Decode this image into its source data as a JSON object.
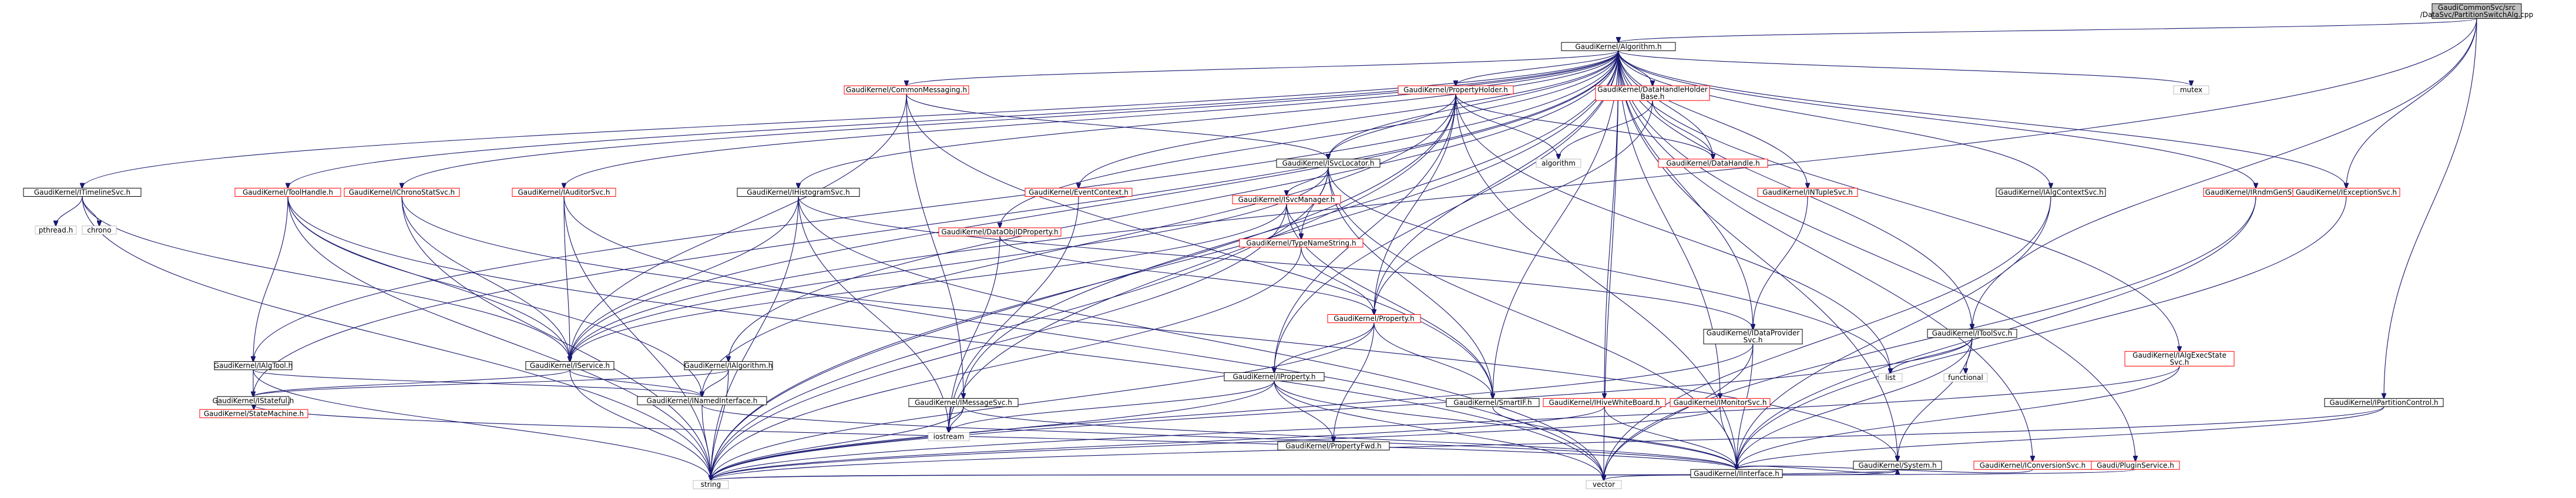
{
  "colors": {
    "edge": "#191970",
    "root_fill": "#bfbfbf",
    "box_fill": "#ffffff",
    "border_normal": "#000000",
    "border_incomplete": "#ff0000",
    "border_external": "#bfbfbf"
  },
  "graph": {
    "nodes": {
      "root": {
        "label": [
          "GaudiCommonSvc/src",
          "/DataSvc/PartitionSwitchAlg.cpp"
        ],
        "kind": "root"
      },
      "algorithm": {
        "label": [
          "GaudiKernel/Algorithm.h"
        ],
        "kind": "normal"
      },
      "chronostatsvc": {
        "label": [
          "GaudiKernel/IChronoStatSvc.h"
        ],
        "kind": "incomplete"
      },
      "iproperty": {
        "label": [
          "GaudiKernel/IProperty.h"
        ],
        "kind": "normal"
      },
      "statemachine": {
        "label": [
          "GaudiKernel/StateMachine.h"
        ],
        "kind": "incomplete"
      },
      "istateful": {
        "label": [
          "GaudiKernel/IStateful.h"
        ],
        "kind": "normal"
      },
      "inamedinterface": {
        "label": [
          "GaudiKernel/INamedInterface.h"
        ],
        "kind": "normal"
      },
      "iinterface": {
        "label": [
          "GaudiKernel/IInterface.h"
        ],
        "kind": "normal"
      },
      "ialgtool": {
        "label": [
          "GaudiKernel/IAlgTool.h"
        ],
        "kind": "normal"
      },
      "ialgorithm": {
        "label": [
          "GaudiKernel/IAlgorithm.h"
        ],
        "kind": "normal"
      },
      "iservice": {
        "label": [
          "GaudiKernel/IService.h"
        ],
        "kind": "normal"
      },
      "imessagesvc": {
        "label": [
          "GaudiKernel/IMessageSvc.h"
        ],
        "kind": "normal"
      },
      "ihistogramsvc": {
        "label": [
          "GaudiKernel/IHistogramSvc.h"
        ],
        "kind": "normal"
      },
      "itimelinesvc": {
        "label": [
          "GaudiKernel/ITimelineSvc.h"
        ],
        "kind": "normal"
      },
      "toolhandle": {
        "label": [
          "GaudiKernel/ToolHandle.h"
        ],
        "kind": "incomplete"
      },
      "iauditorsvc": {
        "label": [
          "GaudiKernel/IAuditorSvc.h"
        ],
        "kind": "incomplete"
      },
      "commonmessaging": {
        "label": [
          "GaudiKernel/CommonMessaging.h"
        ],
        "kind": "incomplete"
      },
      "isvclocator": {
        "label": [
          "GaudiKernel/ISvcLocator.h"
        ],
        "kind": "normal"
      },
      "isvcmanager": {
        "label": [
          "GaudiKernel/ISvcManager.h"
        ],
        "kind": "incomplete"
      },
      "typenamestring": {
        "label": [
          "GaudiKernel/TypeNameString.h"
        ],
        "kind": "incomplete"
      },
      "property": {
        "label": [
          "GaudiKernel/Property.h"
        ],
        "kind": "incomplete"
      },
      "smartif": {
        "label": [
          "GaudiKernel/SmartIF.h"
        ],
        "kind": "normal"
      },
      "propertyholder": {
        "label": [
          "GaudiKernel/PropertyHolder.h"
        ],
        "kind": "incomplete"
      },
      "propertyfwd": {
        "label": [
          "GaudiKernel/PropertyFwd.h"
        ],
        "kind": "normal"
      },
      "eventcontext": {
        "label": [
          "GaudiKernel/EventContext.h"
        ],
        "kind": "incomplete"
      },
      "dataobjid": {
        "label": [
          "GaudiKernel/DataObjIDProperty.h"
        ],
        "kind": "incomplete"
      },
      "datahandleholder": {
        "label": [
          "GaudiKernel/DataHandleHolder",
          "Base.h"
        ],
        "kind": "incomplete"
      },
      "datahandle": {
        "label": [
          "GaudiKernel/DataHandle.h"
        ],
        "kind": "incomplete"
      },
      "ihivewhiteboard": {
        "label": [
          "GaudiKernel/IHiveWhiteBoard.h"
        ],
        "kind": "incomplete"
      },
      "imonitorsvc": {
        "label": [
          "GaudiKernel/IMonitorSvc.h"
        ],
        "kind": "incomplete"
      },
      "intuplesvc": {
        "label": [
          "GaudiKernel/INTupleSvc.h"
        ],
        "kind": "incomplete"
      },
      "idataprovidersvc": {
        "label": [
          "GaudiKernel/IDataProvider",
          "Svc.h"
        ],
        "kind": "normal"
      },
      "ialgcontextsvc": {
        "label": [
          "GaudiKernel/IAlgContextSvc.h"
        ],
        "kind": "normal"
      },
      "itoolsvc": {
        "label": [
          "GaudiKernel/IToolSvc.h"
        ],
        "kind": "normal"
      },
      "iconversionsvc": {
        "label": [
          "GaudiKernel/IConversionSvc.h"
        ],
        "kind": "incomplete"
      },
      "system": {
        "label": [
          "GaudiKernel/System.h"
        ],
        "kind": "normal"
      },
      "ialgexecstatesvc": {
        "label": [
          "GaudiKernel/IAlgExecState",
          "Svc.h"
        ],
        "kind": "incomplete"
      },
      "irndmgensvc": {
        "label": [
          "GaudiKernel/IRndmGenSvc.h"
        ],
        "kind": "incomplete"
      },
      "iexceptionsvc": {
        "label": [
          "GaudiKernel/IExceptionSvc.h"
        ],
        "kind": "incomplete"
      },
      "ipartitioncontrol": {
        "label": [
          "GaudiKernel/IPartitionControl.h"
        ],
        "kind": "normal"
      },
      "pluginservice": {
        "label": [
          "Gaudi/PluginService.h"
        ],
        "kind": "incomplete"
      },
      "string": {
        "label": [
          "string"
        ],
        "kind": "external"
      },
      "vector": {
        "label": [
          "vector"
        ],
        "kind": "external"
      },
      "iostream": {
        "label": [
          "iostream"
        ],
        "kind": "external"
      },
      "pthread": {
        "label": [
          "pthread.h"
        ],
        "kind": "external"
      },
      "chrono": {
        "label": [
          "chrono"
        ],
        "kind": "external"
      },
      "mutex": {
        "label": [
          "mutex"
        ],
        "kind": "external"
      },
      "algorithm_std": {
        "label": [
          "algorithm"
        ],
        "kind": "external"
      },
      "list": {
        "label": [
          "list"
        ],
        "kind": "external"
      },
      "functional": {
        "label": [
          "functional"
        ],
        "kind": "external"
      }
    },
    "edges": [
      [
        "root",
        "algorithm"
      ],
      [
        "root",
        "ipartitioncontrol"
      ],
      [
        "root",
        "itoolsvc"
      ],
      [
        "root",
        "iservice"
      ],
      [
        "root",
        "iexceptionsvc"
      ],
      [
        "algorithm",
        "itimelinesvc"
      ],
      [
        "algorithm",
        "istateful"
      ],
      [
        "algorithm",
        "ialgtool"
      ],
      [
        "algorithm",
        "toolhandle"
      ],
      [
        "algorithm",
        "chronostatsvc"
      ],
      [
        "algorithm",
        "iauditorsvc"
      ],
      [
        "algorithm",
        "ialgorithm"
      ],
      [
        "algorithm",
        "ihistogramsvc"
      ],
      [
        "algorithm",
        "imessagesvc"
      ],
      [
        "algorithm",
        "commonmessaging"
      ],
      [
        "algorithm",
        "propertyholder"
      ],
      [
        "algorithm",
        "isvclocator"
      ],
      [
        "algorithm",
        "eventcontext"
      ],
      [
        "algorithm",
        "dataobjid"
      ],
      [
        "algorithm",
        "datahandleholder"
      ],
      [
        "algorithm",
        "datahandle"
      ],
      [
        "algorithm",
        "property"
      ],
      [
        "algorithm",
        "intuplesvc"
      ],
      [
        "algorithm",
        "idataprovidersvc"
      ],
      [
        "algorithm",
        "ialgcontextsvc"
      ],
      [
        "algorithm",
        "itoolsvc"
      ],
      [
        "algorithm",
        "ihivewhiteboard"
      ],
      [
        "algorithm",
        "imonitorsvc"
      ],
      [
        "algorithm",
        "ialgexecstatesvc"
      ],
      [
        "algorithm",
        "iconversionsvc"
      ],
      [
        "algorithm",
        "pluginservice"
      ],
      [
        "algorithm",
        "irndmgensvc"
      ],
      [
        "algorithm",
        "iexceptionsvc"
      ],
      [
        "algorithm",
        "mutex"
      ],
      [
        "algorithm",
        "system"
      ],
      [
        "algorithm",
        "iservice"
      ],
      [
        "algorithm",
        "string"
      ],
      [
        "algorithm",
        "vector"
      ],
      [
        "algorithm",
        "iproperty"
      ],
      [
        "algorithm",
        "smartif"
      ],
      [
        "itimelinesvc",
        "pthread"
      ],
      [
        "itimelinesvc",
        "chrono"
      ],
      [
        "itimelinesvc",
        "iservice"
      ],
      [
        "itimelinesvc",
        "string"
      ],
      [
        "toolhandle",
        "ialgtool"
      ],
      [
        "toolhandle",
        "iservice"
      ],
      [
        "toolhandle",
        "inamedinterface"
      ],
      [
        "toolhandle",
        "string"
      ],
      [
        "toolhandle",
        "vector"
      ],
      [
        "chronostatsvc",
        "iservice"
      ],
      [
        "chronostatsvc",
        "string"
      ],
      [
        "chronostatsvc",
        "system"
      ],
      [
        "iauditorsvc",
        "iservice"
      ],
      [
        "iauditorsvc",
        "string"
      ],
      [
        "iauditorsvc",
        "vector"
      ],
      [
        "ihistogramsvc",
        "iservice"
      ],
      [
        "ihistogramsvc",
        "idataprovidersvc"
      ],
      [
        "ihistogramsvc",
        "string"
      ],
      [
        "ihistogramsvc",
        "iostream"
      ],
      [
        "ihistogramsvc",
        "vector"
      ],
      [
        "commonmessaging",
        "isvclocator"
      ],
      [
        "commonmessaging",
        "imessagesvc"
      ],
      [
        "commonmessaging",
        "iservice"
      ],
      [
        "commonmessaging",
        "smartif"
      ],
      [
        "propertyholder",
        "isvclocator"
      ],
      [
        "propertyholder",
        "property"
      ],
      [
        "propertyholder",
        "algorithm_std"
      ],
      [
        "propertyholder",
        "datahandle"
      ],
      [
        "propertyholder",
        "iproperty"
      ],
      [
        "propertyholder",
        "inamedinterface"
      ],
      [
        "propertyholder",
        "string"
      ],
      [
        "propertyholder",
        "iostream"
      ],
      [
        "propertyholder",
        "list"
      ],
      [
        "propertyholder",
        "iinterface"
      ],
      [
        "isvclocator",
        "isvcmanager"
      ],
      [
        "isvclocator",
        "typenamestring"
      ],
      [
        "isvclocator",
        "smartif"
      ],
      [
        "isvclocator",
        "iinterface"
      ],
      [
        "isvclocator",
        "string"
      ],
      [
        "isvclocator",
        "list"
      ],
      [
        "isvclocator",
        "iservice"
      ],
      [
        "isvcmanager",
        "typenamestring"
      ],
      [
        "isvcmanager",
        "iservice"
      ],
      [
        "isvcmanager",
        "smartif"
      ],
      [
        "isvcmanager",
        "string"
      ],
      [
        "typenamestring",
        "property"
      ],
      [
        "typenamestring",
        "string"
      ],
      [
        "property",
        "iproperty"
      ],
      [
        "property",
        "smartif"
      ],
      [
        "property",
        "propertyfwd"
      ],
      [
        "property",
        "string"
      ],
      [
        "datahandleholder",
        "property"
      ],
      [
        "datahandleholder",
        "datahandle"
      ],
      [
        "datahandleholder",
        "algorithm_std"
      ],
      [
        "dataobjid",
        "property"
      ],
      [
        "dataobjid",
        "iostream"
      ],
      [
        "eventcontext",
        "iostream"
      ],
      [
        "iservice",
        "inamedinterface"
      ],
      [
        "iservice",
        "istateful"
      ],
      [
        "iservice",
        "string"
      ],
      [
        "ialgorithm",
        "inamedinterface"
      ],
      [
        "ialgorithm",
        "istateful"
      ],
      [
        "ialgorithm",
        "string"
      ],
      [
        "ialgtool",
        "inamedinterface"
      ],
      [
        "ialgtool",
        "istateful"
      ],
      [
        "ialgtool",
        "string"
      ],
      [
        "istateful",
        "statemachine"
      ],
      [
        "istateful",
        "iinterface"
      ],
      [
        "inamedinterface",
        "iinterface"
      ],
      [
        "inamedinterface",
        "string"
      ],
      [
        "imessagesvc",
        "iinterface"
      ],
      [
        "imessagesvc",
        "iostream"
      ],
      [
        "imessagesvc",
        "string"
      ],
      [
        "iproperty",
        "iinterface"
      ],
      [
        "iproperty",
        "propertyfwd"
      ],
      [
        "iproperty",
        "iostream"
      ],
      [
        "iproperty",
        "string"
      ],
      [
        "iproperty",
        "vector"
      ],
      [
        "smartif",
        "iinterface"
      ],
      [
        "intuplesvc",
        "idataprovidersvc"
      ],
      [
        "idataprovidersvc",
        "iinterface"
      ],
      [
        "idataprovidersvc",
        "string"
      ],
      [
        "idataprovidersvc",
        "vector"
      ],
      [
        "ialgcontextsvc",
        "iinterface"
      ],
      [
        "ialgcontextsvc",
        "vector"
      ],
      [
        "itoolsvc",
        "iinterface"
      ],
      [
        "itoolsvc",
        "string"
      ],
      [
        "itoolsvc",
        "list"
      ],
      [
        "itoolsvc",
        "functional"
      ],
      [
        "itoolsvc",
        "system"
      ],
      [
        "ihivewhiteboard",
        "iinterface"
      ],
      [
        "ihivewhiteboard",
        "string"
      ],
      [
        "imonitorsvc",
        "iinterface"
      ],
      [
        "imonitorsvc",
        "string"
      ],
      [
        "ialgexecstatesvc",
        "iinterface"
      ],
      [
        "ialgexecstatesvc",
        "string"
      ],
      [
        "iconversionsvc",
        "iinterface"
      ],
      [
        "irndmgensvc",
        "iinterface"
      ],
      [
        "irndmgensvc",
        "vector"
      ],
      [
        "iexceptionsvc",
        "iinterface"
      ],
      [
        "ipartitioncontrol",
        "iinterface"
      ],
      [
        "ipartitioncontrol",
        "string"
      ],
      [
        "iinterface",
        "system"
      ],
      [
        "system",
        "string"
      ],
      [
        "system",
        "vector"
      ],
      [
        "pluginservice",
        "string"
      ]
    ]
  }
}
